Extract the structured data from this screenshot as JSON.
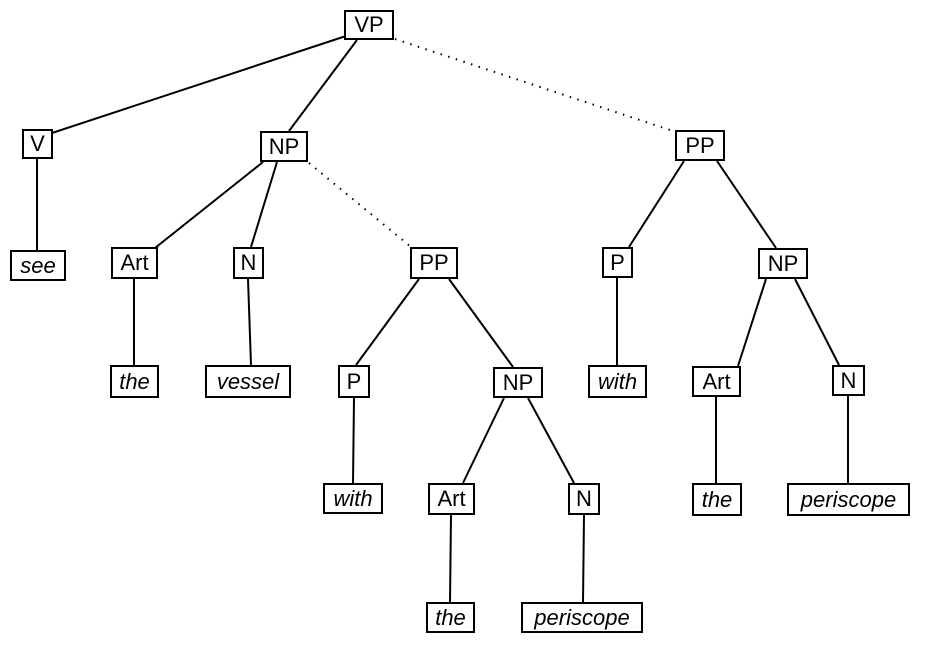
{
  "diagram": {
    "type": "syntax-tree",
    "colors": {
      "background": "#ffffff",
      "box_border": "#000000",
      "edge_line": "#000000",
      "text": "#000000"
    },
    "nodes": [
      {
        "id": "vp",
        "label": "VP",
        "kind": "category"
      },
      {
        "id": "v",
        "label": "V",
        "kind": "category"
      },
      {
        "id": "np1",
        "label": "NP",
        "kind": "category"
      },
      {
        "id": "pp2",
        "label": "PP",
        "kind": "category"
      },
      {
        "id": "see",
        "label": "see",
        "kind": "word"
      },
      {
        "id": "art1",
        "label": "Art",
        "kind": "category"
      },
      {
        "id": "n1",
        "label": "N",
        "kind": "category"
      },
      {
        "id": "pp1",
        "label": "PP",
        "kind": "category"
      },
      {
        "id": "p2",
        "label": "P",
        "kind": "category"
      },
      {
        "id": "np3",
        "label": "NP",
        "kind": "category"
      },
      {
        "id": "the1",
        "label": "the",
        "kind": "word"
      },
      {
        "id": "vessel",
        "label": "vessel",
        "kind": "word"
      },
      {
        "id": "p1",
        "label": "P",
        "kind": "category"
      },
      {
        "id": "np2",
        "label": "NP",
        "kind": "category"
      },
      {
        "id": "with2",
        "label": "with",
        "kind": "word"
      },
      {
        "id": "art3",
        "label": "Art",
        "kind": "category"
      },
      {
        "id": "n3",
        "label": "N",
        "kind": "category"
      },
      {
        "id": "with1",
        "label": "with",
        "kind": "word"
      },
      {
        "id": "art2",
        "label": "Art",
        "kind": "category"
      },
      {
        "id": "n2",
        "label": "N",
        "kind": "category"
      },
      {
        "id": "the3",
        "label": "the",
        "kind": "word"
      },
      {
        "id": "periscope2",
        "label": "periscope",
        "kind": "word"
      },
      {
        "id": "the2",
        "label": "the",
        "kind": "word"
      },
      {
        "id": "periscope1",
        "label": "periscope",
        "kind": "word"
      }
    ],
    "edges": [
      {
        "from": "vp",
        "to": "v",
        "style": "solid"
      },
      {
        "from": "vp",
        "to": "np1",
        "style": "solid"
      },
      {
        "from": "vp",
        "to": "pp2",
        "style": "dotted"
      },
      {
        "from": "v",
        "to": "see",
        "style": "solid"
      },
      {
        "from": "np1",
        "to": "art1",
        "style": "solid"
      },
      {
        "from": "np1",
        "to": "n1",
        "style": "solid"
      },
      {
        "from": "np1",
        "to": "pp1",
        "style": "dotted"
      },
      {
        "from": "art1",
        "to": "the1",
        "style": "solid"
      },
      {
        "from": "n1",
        "to": "vessel",
        "style": "solid"
      },
      {
        "from": "pp1",
        "to": "p1",
        "style": "solid"
      },
      {
        "from": "pp1",
        "to": "np2",
        "style": "solid"
      },
      {
        "from": "p1",
        "to": "with1",
        "style": "solid"
      },
      {
        "from": "np2",
        "to": "art2",
        "style": "solid"
      },
      {
        "from": "np2",
        "to": "n2",
        "style": "solid"
      },
      {
        "from": "art2",
        "to": "the2",
        "style": "solid"
      },
      {
        "from": "n2",
        "to": "periscope1",
        "style": "solid"
      },
      {
        "from": "pp2",
        "to": "p2",
        "style": "solid"
      },
      {
        "from": "pp2",
        "to": "np3",
        "style": "solid"
      },
      {
        "from": "p2",
        "to": "with2",
        "style": "solid"
      },
      {
        "from": "np3",
        "to": "art3",
        "style": "solid"
      },
      {
        "from": "np3",
        "to": "n3",
        "style": "solid"
      },
      {
        "from": "art3",
        "to": "the3",
        "style": "solid"
      },
      {
        "from": "n3",
        "to": "periscope2",
        "style": "solid"
      }
    ]
  }
}
